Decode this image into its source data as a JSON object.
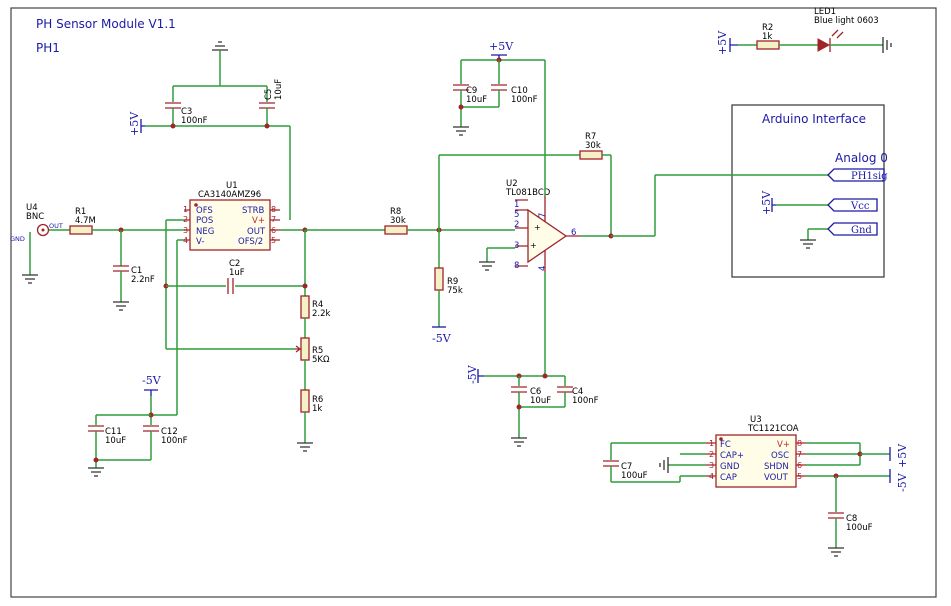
{
  "title": "PH Sensor Module V1.1",
  "sheet_name": "PH1",
  "power": {
    "p5": "+5V",
    "m5": "-5V"
  },
  "u4": {
    "ref": "U4",
    "value": "BNC",
    "out": "OUT",
    "gnd": "GND"
  },
  "r1": {
    "ref": "R1",
    "value": "4.7M"
  },
  "c1": {
    "ref": "C1",
    "value": "2.2nF"
  },
  "u1": {
    "ref": "U1",
    "value": "CA3140AMZ96",
    "left_pins": [
      "OFS",
      "POS",
      "NEG",
      "V-"
    ],
    "left_nums": [
      "1",
      "2",
      "3",
      "4"
    ],
    "right_pins": [
      "STRB",
      "V+",
      "OUT",
      "OFS/2"
    ],
    "right_nums": [
      "8",
      "7",
      "6",
      "5"
    ]
  },
  "c3": {
    "ref": "C3",
    "value": "100nF"
  },
  "c5": {
    "ref": "C5",
    "value": "10uF"
  },
  "c2": {
    "ref": "C2",
    "value": "1uF"
  },
  "r4": {
    "ref": "R4",
    "value": "2.2k"
  },
  "r5": {
    "ref": "R5",
    "value": "5KΩ"
  },
  "r6": {
    "ref": "R6",
    "value": "1k"
  },
  "c11": {
    "ref": "C11",
    "value": "10uF"
  },
  "c12": {
    "ref": "C12",
    "value": "100nF"
  },
  "r8": {
    "ref": "R8",
    "value": "30k"
  },
  "r9": {
    "ref": "R9",
    "value": "75k"
  },
  "c9": {
    "ref": "C9",
    "value": "10uF"
  },
  "c10": {
    "ref": "C10",
    "value": "100nF"
  },
  "r7": {
    "ref": "R7",
    "value": "30k"
  },
  "u2": {
    "ref": "U2",
    "value": "TL081BCD",
    "pins": [
      "1",
      "5",
      "2",
      "3",
      "8",
      "7",
      "4",
      "6"
    ]
  },
  "c6": {
    "ref": "C6",
    "value": "10uF"
  },
  "c4": {
    "ref": "C4",
    "value": "100nF"
  },
  "r2": {
    "ref": "R2",
    "value": "1k"
  },
  "led1": {
    "ref": "LED1",
    "value": "Blue light 0603"
  },
  "arduino": {
    "title": "Arduino Interface",
    "analog": "Analog 0",
    "sig": "PH1sig",
    "vcc": "Vcc",
    "gnd": "Gnd"
  },
  "u3": {
    "ref": "U3",
    "value": "TC1121COA",
    "left_pins": [
      "FC",
      "CAP+",
      "GND",
      "CAP"
    ],
    "left_nums": [
      "1",
      "2",
      "3",
      "4"
    ],
    "right_pins": [
      "V+",
      "OSC",
      "SHDN",
      "VOUT"
    ],
    "right_nums": [
      "8",
      "7",
      "6",
      "5"
    ]
  },
  "c7": {
    "ref": "C7",
    "value": "100uF"
  },
  "c8": {
    "ref": "C8",
    "value": "100uF"
  },
  "plus_sign": "+"
}
